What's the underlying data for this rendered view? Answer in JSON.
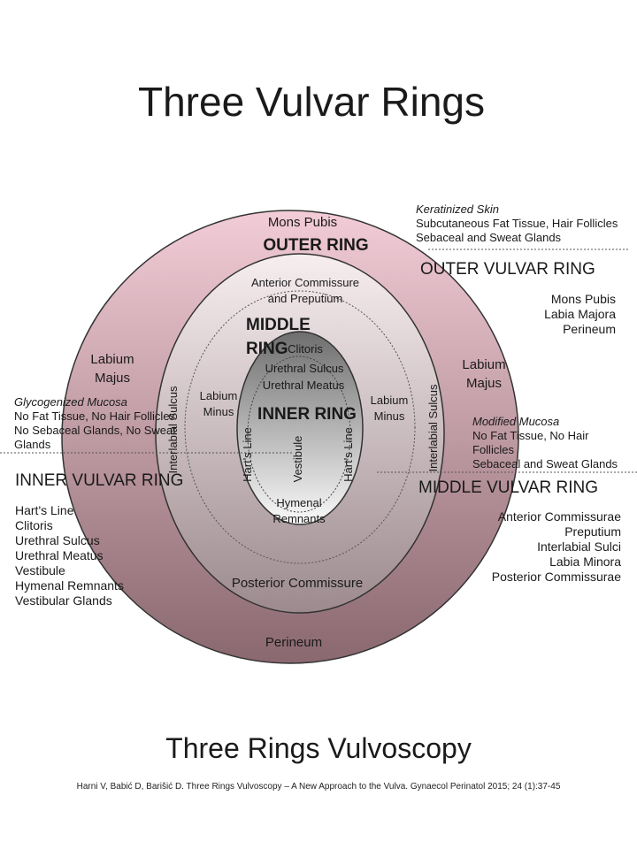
{
  "title": "Three Vulvar Rings",
  "footer_title": "Three Rings Vulvoscopy",
  "citation": "Harni V, Babić D, Barišić D. Three Rings Vulvoscopy – A New Approach to the Vulva. Gynaecol Perinatol 2015; 24 (1):37-45",
  "colors": {
    "outer_top": "#f2ccd6",
    "outer_bottom": "#8a6870",
    "middle_top": "#f7eef0",
    "middle_bottom": "#9c8a8e",
    "inner_top": "#6e6e6e",
    "inner_bottom": "#fafafa"
  },
  "diagram": {
    "outer": {
      "mons": "Mons Pubis",
      "title": "OUTER RING",
      "labium_left_1": "Labium",
      "labium_left_2": "Majus",
      "labium_right_1": "Labium",
      "labium_right_2": "Majus",
      "perineum": "Perineum"
    },
    "middle": {
      "anterior_1": "Anterior Commissure",
      "anterior_2": "and Preputium",
      "title_1": "MIDDLE",
      "title_2": "RING",
      "minus_left_1": "Labium",
      "minus_left_2": "Minus",
      "minus_right_1": "Labium",
      "minus_right_2": "Minus",
      "sulcus_left": "Interlabial Sulcus",
      "sulcus_right": "Interlabial Sulcus",
      "posterior": "Posterior Commissure"
    },
    "inner": {
      "clitoris": "Clitoris",
      "urethral_sulcus": "Urethral Sulcus",
      "urethral_meatus": "Urethral Meatus",
      "title": "INNER RING",
      "harts_left": "Hart's Line",
      "harts_right": "Hart's Line",
      "vestibule": "Vestibule",
      "hymenal_1": "Hymenal",
      "hymenal_2": "Remnants"
    }
  },
  "outer_panel": {
    "tissue": "Keratinized Skin",
    "lines": [
      "Subcutaneous Fat Tissue, Hair Follicles",
      "Sebaceal and Sweat Glands"
    ],
    "heading": "OUTER VULVAR RING",
    "items": [
      "Mons Pubis",
      "Labia Majora",
      "Perineum"
    ]
  },
  "inner_panel": {
    "tissue": "Glycogenized Mucosa",
    "lines": [
      "No Fat Tissue, No Hair Follicles",
      "No Sebaceal Glands, No Sweat",
      "Glands"
    ],
    "heading": "INNER VULVAR RING",
    "items": [
      "Hart's Line",
      "Clitoris",
      "Urethral Sulcus",
      "Urethral Meatus",
      "Vestibule",
      "Hymenal Remnants",
      "Vestibular Glands"
    ]
  },
  "middle_panel": {
    "tissue": "Modified Mucosa",
    "lines": [
      "No Fat Tissue, No Hair",
      "Follicles",
      "Sebaceal and Sweat Glands"
    ],
    "heading": "MIDDLE VULVAR RING",
    "items": [
      "Anterior Commissurae",
      "Preputium",
      "Interlabial Sulci",
      "Labia Minora",
      "Posterior Commissurae"
    ]
  }
}
